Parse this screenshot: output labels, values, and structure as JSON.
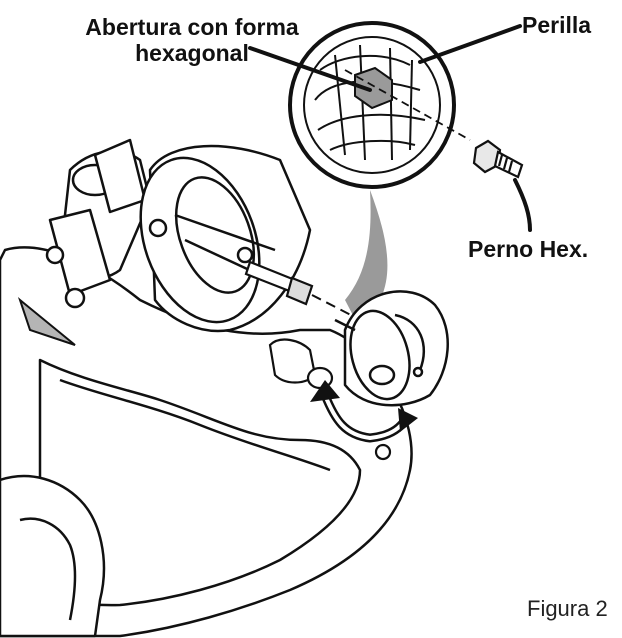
{
  "labels": {
    "hex_opening_line1": "Abertura con forma",
    "hex_opening_line2": "hexagonal",
    "knob": "Perilla",
    "hex_bolt": "Perno Hex.",
    "figure": "Figura 2"
  },
  "colors": {
    "line": "#111111",
    "shading": "#9a9a9a",
    "background": "#ffffff"
  },
  "icons": {
    "rotation_arrow": "curved-double-arrow-icon"
  }
}
